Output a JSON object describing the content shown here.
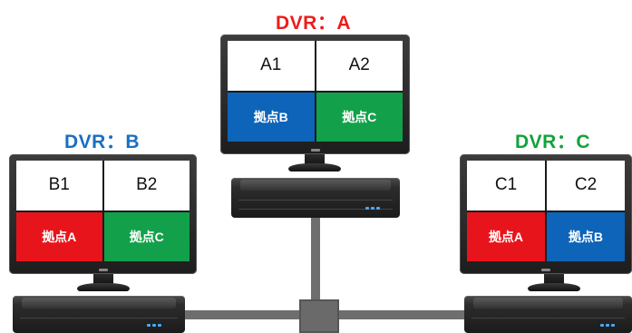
{
  "colors": {
    "title_a": "#ee1c1c",
    "title_b": "#1a6fc2",
    "title_c": "#13a33a",
    "site_a": "#e8141c",
    "site_b": "#0d64b8",
    "site_c": "#12a14a"
  },
  "dvr_a": {
    "title": "DVR：A",
    "cells": [
      "A1",
      "A2",
      "拠点B",
      "拠点C"
    ]
  },
  "dvr_b": {
    "title": "DVR：B",
    "cells": [
      "B1",
      "B2",
      "拠点A",
      "拠点C"
    ]
  },
  "dvr_c": {
    "title": "DVR：C",
    "cells": [
      "C1",
      "C2",
      "拠点A",
      "拠点B"
    ]
  }
}
